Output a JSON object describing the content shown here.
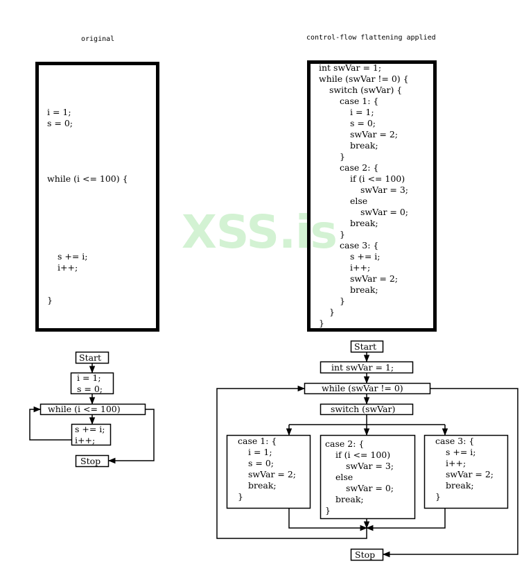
{
  "headings": {
    "original": "original",
    "flattened": "control-flow flattening applied"
  },
  "original_code": {
    "lines": [
      "i = 1;",
      "s = 0;",
      "while (i <= 100) {",
      "s += i;",
      "i++;",
      "}"
    ]
  },
  "flattened_code": {
    "lines": [
      "int swVar = 1;",
      "while (swVar != 0) {",
      "switch (swVar) {",
      "case 1: {",
      "i = 1;",
      "s = 0;",
      "swVar = 2;",
      "break;",
      "}",
      "case 2: {",
      "if (i <= 100)",
      "swVar = 3;",
      "else",
      "swVar = 0;",
      "break;",
      "}",
      "case 3: {",
      "s += i;",
      "i++;",
      "swVar = 2;",
      "break;",
      "}",
      "}",
      "}"
    ]
  },
  "original_flowchart": {
    "start": "Start",
    "init": [
      "i = 1;",
      "s = 0;"
    ],
    "loop": "while (i <= 100)",
    "body": [
      "s += i;",
      "i++;"
    ],
    "stop": "Stop"
  },
  "flattened_flowchart": {
    "start": "Start",
    "init": "int swVar = 1;",
    "loop": "while (swVar != 0)",
    "switch": "switch (swVar)",
    "case1": [
      "case 1: {",
      "i = 1;",
      "s = 0;",
      "swVar = 2;",
      "break;",
      "}"
    ],
    "case2": [
      "case 2: {",
      "if (i <= 100)",
      "swVar = 3;",
      "else",
      "swVar = 0;",
      "break;",
      "}"
    ],
    "case3": [
      "case 3: {",
      "s += i;",
      "i++;",
      "swVar = 2;",
      "break;",
      "}"
    ],
    "stop": "Stop"
  },
  "watermark": "XSS.is"
}
